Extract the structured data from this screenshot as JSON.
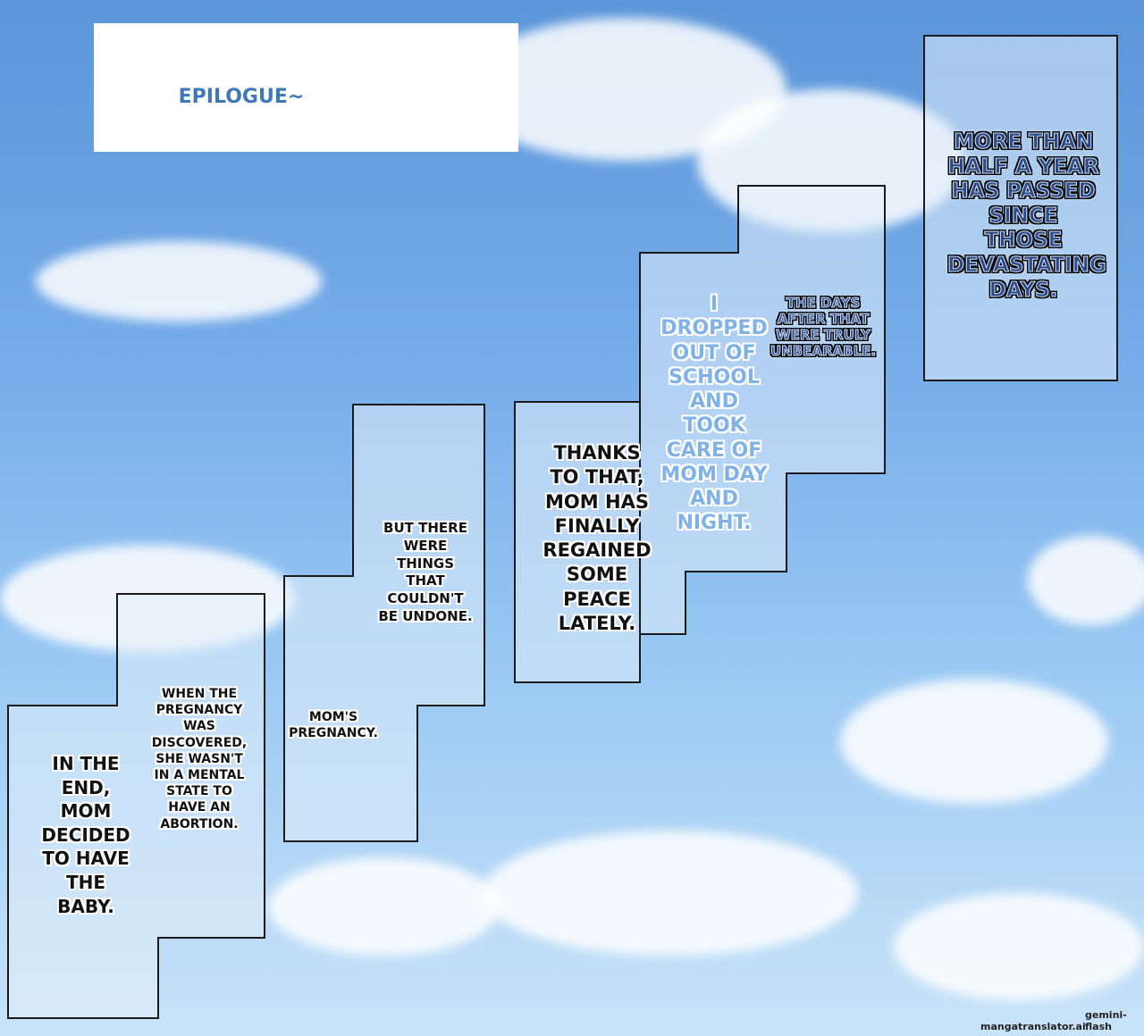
{
  "header": {
    "title": "EPILOGUE~"
  },
  "panels": {
    "p1": {
      "text": "MORE THAN HALF A YEAR HAS PASSED SINCE THOSE DEVASTATING DAYS."
    },
    "p2": {
      "text_a": "THE DAYS AFTER THAT WERE TRULY UNBEARABLE.",
      "text_b": "I DROPPED OUT OF SCHOOL AND TOOK CARE OF MOM DAY AND NIGHT."
    },
    "p3": {
      "text": "THANKS TO THAT, MOM HAS FINALLY REGAINED SOME PEACE LATELY."
    },
    "p4": {
      "text_a": "BUT THERE WERE THINGS THAT COULDN'T BE UNDONE.",
      "text_b": "MOM'S PREGNANCY."
    },
    "p5": {
      "text_a": "WHEN THE PREGNANCY WAS DISCOVERED, SHE WASN'T IN A MENTAL STATE TO HAVE AN ABORTION.",
      "text_b": "IN THE END, MOM DECIDED TO HAVE THE BABY."
    }
  },
  "watermark": {
    "left": "mangatranslator.ai",
    "right": "gemini-flash"
  },
  "colors": {
    "sky_top": "#5b96d9",
    "sky_bottom": "#c9e3f8",
    "border": "#1b1b1b",
    "title_blue": "#3f78b8"
  }
}
